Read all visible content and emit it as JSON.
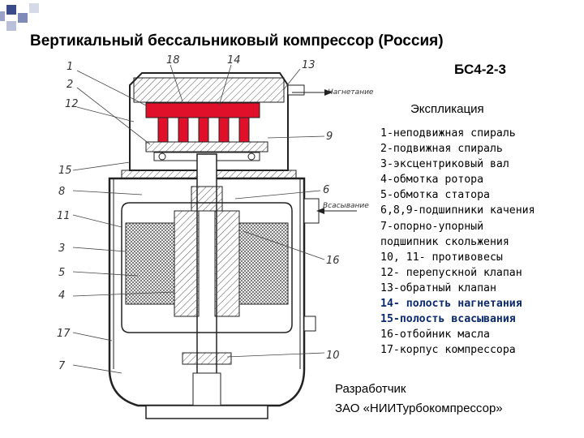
{
  "header": {
    "title": "Вертикальный бессальниковый компрессор (Россия)",
    "model": "БС4-2-3"
  },
  "legend": {
    "title": "Экспликация",
    "items": [
      "1-неподвижная спираль",
      "2-подвижная спираль",
      "3-эксцентриковый вал",
      "4-обмотка ротора",
      "5-обмотка статора",
      "6,8,9-подшипники качения",
      "7-опорно-упорный",
      "подшипник скольжения",
      "10, 11- противовесы",
      "12- перепускной клапан",
      "13-обратный клапан",
      "14- полость нагнетания",
      "15-полость всасывания",
      "16-отбойник масла",
      "17-корпус компрессора"
    ]
  },
  "developer": {
    "line1": "Разработчик",
    "line2": "ЗАО «НИИТурбокомпрессор»"
  },
  "drawing": {
    "callouts": [
      "1",
      "2",
      "12",
      "15",
      "8",
      "11",
      "3",
      "5",
      "4",
      "17",
      "7",
      "18",
      "14",
      "13",
      "9",
      "6",
      "16",
      "10"
    ],
    "discharge_label": "Нагнетание",
    "suction_label": "Всасывание",
    "colors": {
      "discharge_cavity": "#e0102a",
      "accent_square": "#3b4a8a"
    }
  }
}
